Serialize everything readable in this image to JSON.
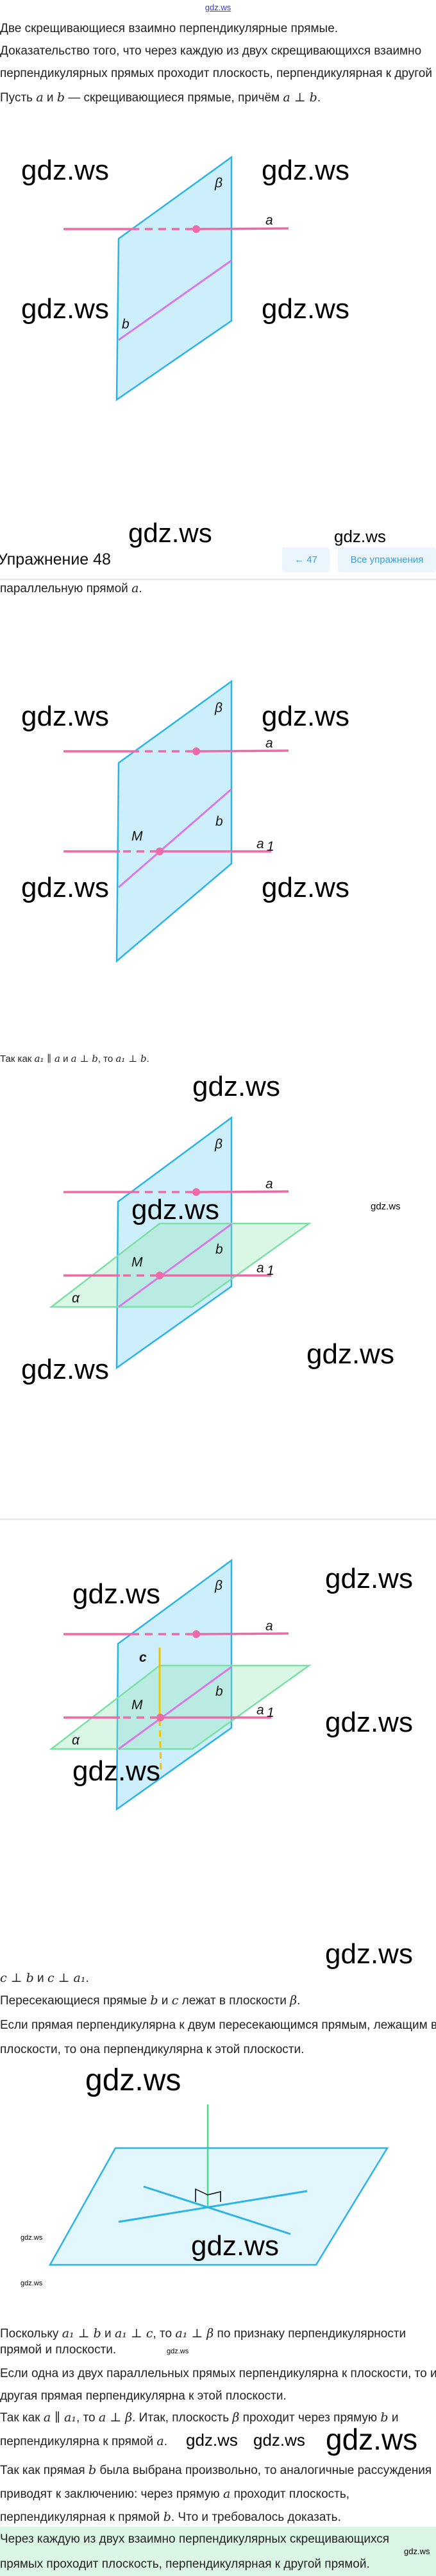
{
  "watermark": "gdz.ws",
  "top_link": "gdz.ws",
  "header": {
    "title": "Упражнение 48",
    "prev_label": "← 47",
    "all_label": "Все упражнения"
  },
  "labels": {
    "beta": "β",
    "a": "a",
    "b": "b",
    "M": "M",
    "a1": "a",
    "sub1": "1",
    "alpha": "α",
    "c": "c"
  },
  "text": {
    "lines": [
      [
        "Две скрещивающиеся взаимно перпендикулярные прямые."
      ],
      [
        "Доказательство того, что через каждую из двух скрещивающихся взаимно"
      ],
      [
        "перпендикулярных прямых проходит плоскость, перпендикулярная к другой"
      ],
      [
        "Пусть ",
        {
          "m": "a"
        },
        " и ",
        {
          "m": "b"
        },
        " — скрещивающиеся прямые, причём ",
        {
          "m": "a ⊥ b"
        },
        "."
      ],
      [
        "параллельную прямой ",
        {
          "m": "a"
        },
        "."
      ],
      [
        "Так как ",
        {
          "m": "a₁ ∥ a"
        },
        " и ",
        {
          "m": "a ⊥ b"
        },
        ", то ",
        {
          "m": "a₁ ⊥ b"
        },
        "."
      ],
      [
        {
          "m": "c ⊥ b"
        },
        " и ",
        {
          "m": "c ⊥ a₁"
        },
        "."
      ],
      [
        "Пересекающиеся прямые ",
        {
          "m": "b"
        },
        " и ",
        {
          "m": "c"
        },
        " лежат в плоскости ",
        {
          "m": "β"
        },
        "."
      ],
      [
        "Если прямая перпендикулярна к двум пересекающимся прямым, лежащим в"
      ],
      [
        "плоскости, то она перпендикулярна к этой плоскости."
      ],
      [
        "Поскольку ",
        {
          "m": "a₁ ⊥ b"
        },
        " и ",
        {
          "m": "a₁ ⊥ c"
        },
        ", то ",
        {
          "m": "a₁ ⊥ β"
        },
        " по признаку перпендикулярности"
      ],
      [
        "прямой и плоскости."
      ],
      [
        "Если одна из двух параллельных прямых перпендикулярна к плоскости, то и"
      ],
      [
        "другая прямая перпендикулярна к этой плоскости."
      ],
      [
        "Так как ",
        {
          "m": "a ∥ a₁"
        },
        ", то ",
        {
          "m": "a ⊥ β"
        },
        ". Итак, плоскость ",
        {
          "m": "β"
        },
        " проходит через прямую ",
        {
          "m": "b"
        },
        " и"
      ],
      [
        "перпендикулярна к прямой ",
        {
          "m": "a"
        },
        "."
      ],
      [
        "Так как прямая ",
        {
          "m": "b"
        },
        " была выбрана произвольно, то аналогичные рассуждения"
      ],
      [
        "приводят к заключению: через прямую ",
        {
          "m": "a"
        },
        " проходит плоскость,"
      ],
      [
        "перпендикулярная к прямой ",
        {
          "m": "b"
        },
        ". Что и требовалось доказать."
      ],
      [
        "Через каждую из двух взаимно перпендикулярных скрещивающихся"
      ],
      [
        "прямых проходит плоскость, перпендикулярная к другой прямой."
      ]
    ]
  },
  "colors": {
    "plane": "#2bb3ea",
    "plane_fill": "#cdeefb",
    "line_a": "#ee6aa7",
    "line_b": "#d67ae8",
    "plane_alpha": "#7be0a4",
    "line_c": "#f2c500",
    "answer_bg": "#dcf6e6",
    "link": "#3a9fd6"
  }
}
